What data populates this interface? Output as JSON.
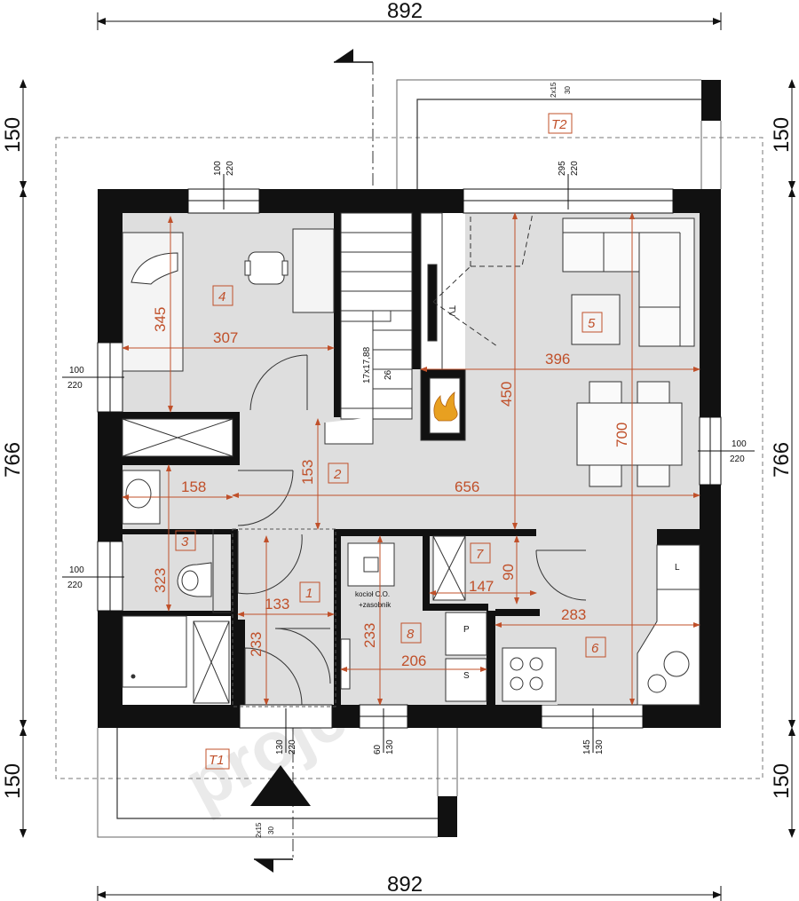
{
  "dimensions": {
    "width_top": "892",
    "width_bottom": "892",
    "side_left_top": "150",
    "side_left_mid": "766",
    "side_left_bottom": "150",
    "side_right_top": "150",
    "side_right_mid": "766",
    "side_right_bottom": "150"
  },
  "window_labels": {
    "top_left_w": "100",
    "top_left_h": "220",
    "top_right_w": "295",
    "top_right_h": "220",
    "left_upper_w": "100",
    "left_upper_h": "220",
    "left_lower_w": "100",
    "left_lower_h": "220",
    "right_w": "100",
    "right_h": "220",
    "door_w": "130",
    "door_h": "220",
    "bottom_mid_w": "60",
    "bottom_mid_h": "130",
    "bottom_right_w": "145",
    "bottom_right_h": "130"
  },
  "stairs": {
    "top_step": "2x15",
    "top_rise": "30",
    "bottom_step": "2x15",
    "bottom_rise": "30",
    "main_label": "17x17,88",
    "main_count": "26"
  },
  "rooms": {
    "r1": "1",
    "r2": "2",
    "r3": "3",
    "r4": "4",
    "r5": "5",
    "r6": "6",
    "r7": "7",
    "r8": "8",
    "t1": "T1",
    "t2": "T2"
  },
  "room_dims": {
    "d345": "345",
    "d307": "307",
    "d158": "158",
    "d323": "323",
    "d153": "153",
    "d656": "656",
    "d450": "450",
    "d396": "396",
    "d700": "700",
    "d133": "133",
    "d233a": "233",
    "d233b": "233",
    "d206": "206",
    "d147": "147",
    "d90": "90",
    "d283": "283"
  },
  "annotations": {
    "tv": "TV",
    "boiler_line1": "kocioł C.O.",
    "boiler_line2": "+zasobnik",
    "appliance_p": "P",
    "appliance_s": "S",
    "appliance_l": "L"
  },
  "watermark": "projectari.md"
}
